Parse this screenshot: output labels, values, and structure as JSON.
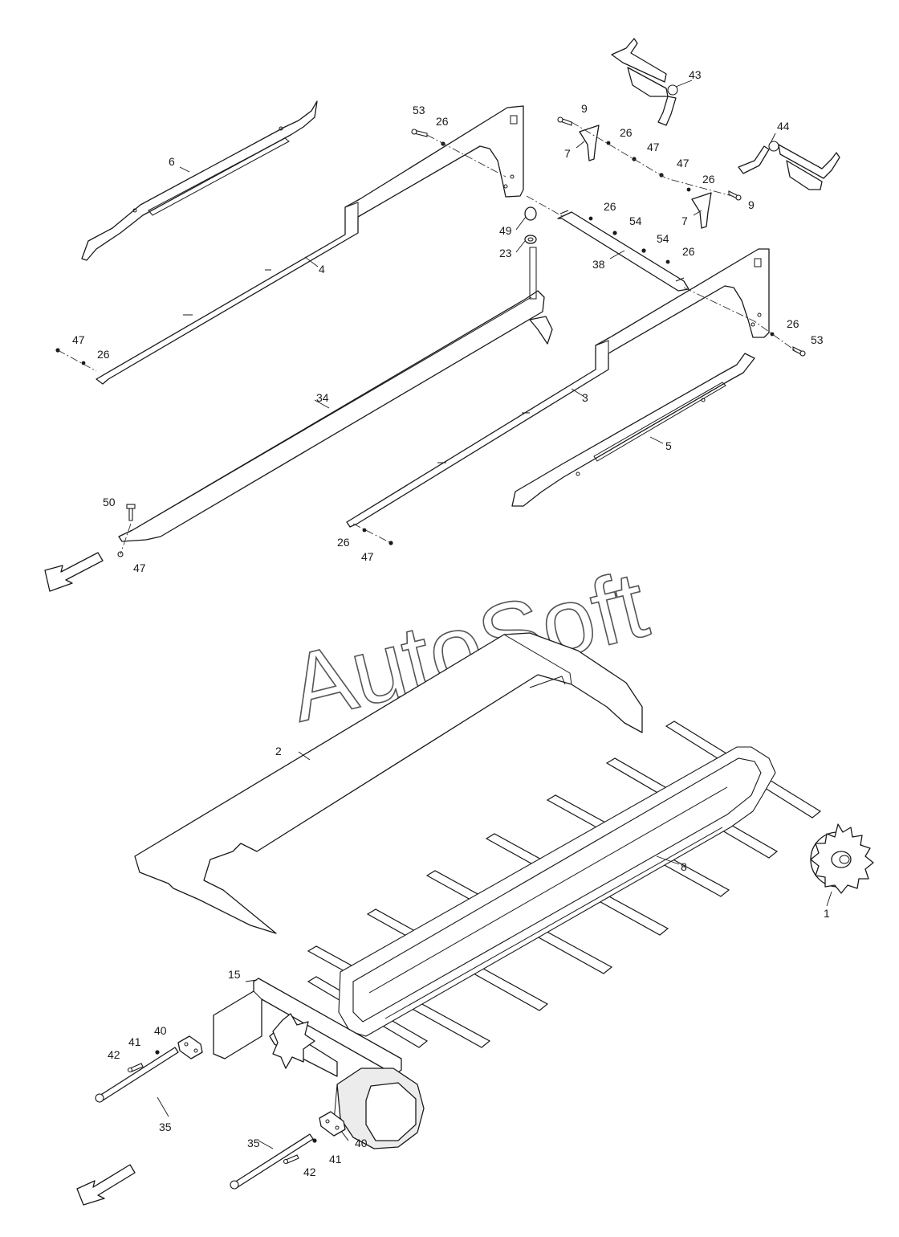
{
  "watermark": "AutoSoft",
  "callouts": {
    "c1": "1",
    "c2": "2",
    "c3": "3",
    "c4": "4",
    "c5": "5",
    "c6": "6",
    "c7a": "7",
    "c7b": "7",
    "c8": "8",
    "c9a": "9",
    "c9b": "9",
    "c15": "15",
    "c23": "23",
    "c26a": "26",
    "c26b": "26",
    "c26c": "26",
    "c26d": "26",
    "c26e": "26",
    "c26f": "26",
    "c26g": "26",
    "c26h": "26",
    "c34": "34",
    "c35a": "35",
    "c35b": "35",
    "c38": "38",
    "c40a": "40",
    "c40b": "40",
    "c41a": "41",
    "c41b": "41",
    "c42a": "42",
    "c42b": "42",
    "c43": "43",
    "c44": "44",
    "c47a": "47",
    "c47b": "47",
    "c47c": "47",
    "c47d": "47",
    "c47e": "47",
    "c49": "49",
    "c50": "50",
    "c53a": "53",
    "c53b": "53",
    "c54a": "54",
    "c54b": "54"
  }
}
